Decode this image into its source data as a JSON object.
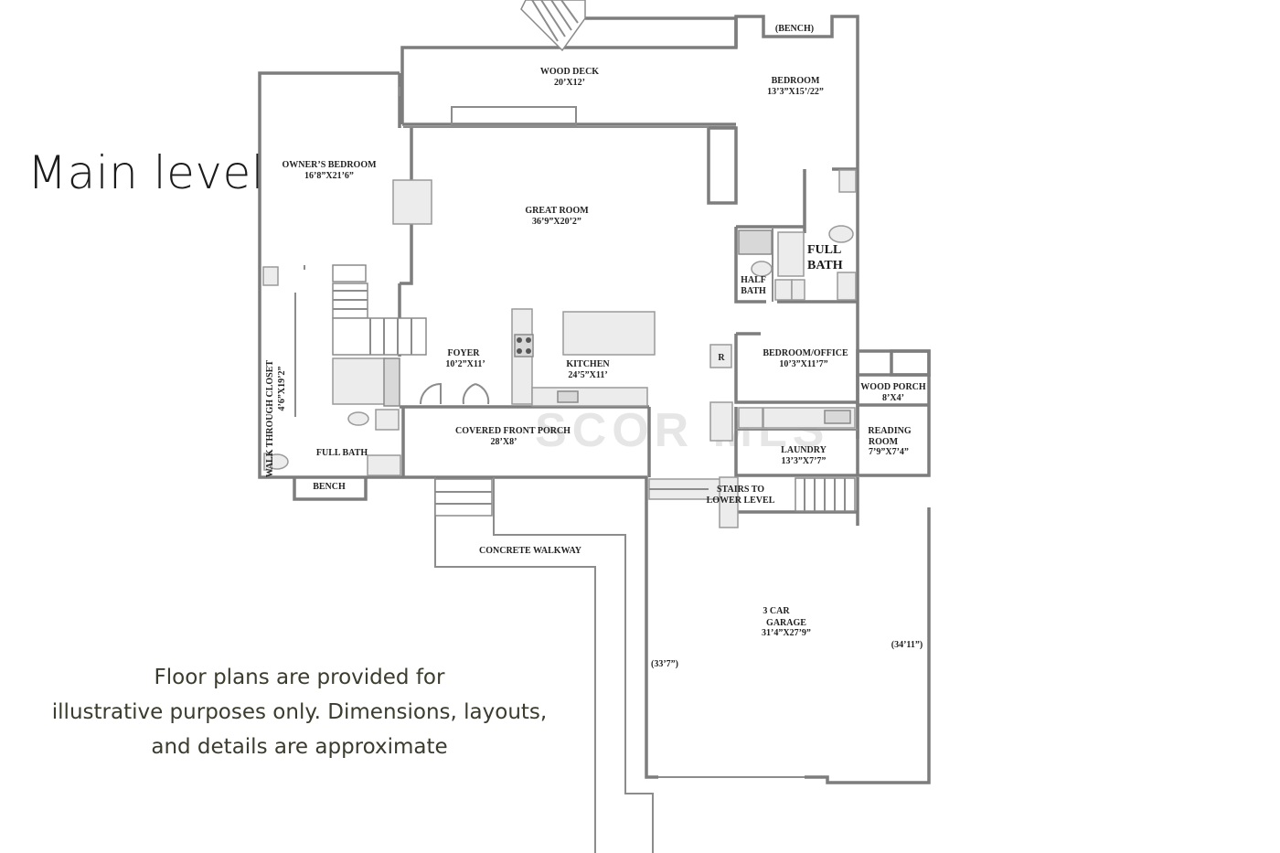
{
  "title": "Main level",
  "disclaimer": {
    "line1": "Floor plans are provided for",
    "line2": "illustrative purposes only. Dimensions, layouts,",
    "line3": "and details are approximate"
  },
  "watermark": "SCOR MLS",
  "rooms": {
    "wood_deck": {
      "name": "WOOD DECK",
      "dims": "20’X12’"
    },
    "bedroom": {
      "name": "BEDROOM",
      "dims": "13’3”X15’/22”"
    },
    "bench_top": {
      "name": "(BENCH)"
    },
    "owners_bedroom": {
      "name": "OWNER’S BEDROOM",
      "dims": "16’8”X21’6”"
    },
    "great_room": {
      "name": "GREAT ROOM",
      "dims": "36’9”X20’2”"
    },
    "full_bath_right": {
      "line1": "FULL",
      "line2": "BATH"
    },
    "half_bath": {
      "line1": "HALF",
      "line2": "BATH"
    },
    "walk_through_closet": {
      "name": "WALK THROUGH CLOSET",
      "dims": "4’6”X19’2”"
    },
    "foyer": {
      "name": "FOYER",
      "dims": "10’2”X11’"
    },
    "kitchen": {
      "name": "KITCHEN",
      "dims": "24’5”X11’"
    },
    "bedroom_office": {
      "name": "BEDROOM/OFFICE",
      "dims": "10’3”X11’7”"
    },
    "wood_porch": {
      "name": "WOOD PORCH",
      "dims": "8’X4’"
    },
    "covered_front_porch": {
      "name": "COVERED FRONT PORCH",
      "dims": "28’X8’"
    },
    "reading_room": {
      "line1": "READING",
      "line2": "ROOM",
      "dims": "7’9”X7’4”"
    },
    "laundry": {
      "name": "LAUNDRY",
      "dims": "13’3”X7’7”"
    },
    "full_bath_left": {
      "name": "FULL BATH"
    },
    "bench_bottom": {
      "name": "BENCH"
    },
    "stairs": {
      "line1": "STAIRS TO",
      "line2": "LOWER LEVEL"
    },
    "concrete_walkway": {
      "name": "CONCRETE WALKWAY"
    },
    "garage": {
      "line1": "3 CAR",
      "line2": "GARAGE",
      "dims": "31’4”X27’9”",
      "left_dim": "(33’7”)",
      "right_dim": "(34’11”)"
    },
    "fridge": {
      "name": "R"
    }
  }
}
